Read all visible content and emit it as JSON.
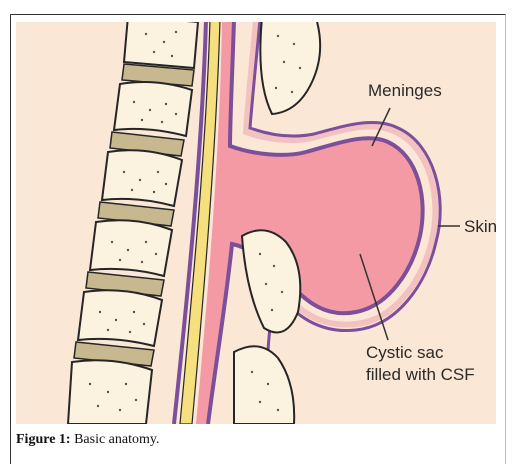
{
  "figure": {
    "labels": {
      "meninges": "Meninges",
      "skin": "Skin",
      "cystic_sac_line1": "Cystic sac",
      "cystic_sac_line2": "filled with CSF"
    },
    "caption": {
      "label": "Figure 1:",
      "text": "Basic anatomy."
    }
  },
  "colors": {
    "background": "#fbe7d6",
    "vertebra_fill": "#fbf3df",
    "vertebra_outline": "#262626",
    "disc_fill": "#c8b890",
    "spinal_cord": "#f6df7e",
    "csf_sac": "#f49aa5",
    "meninges": "#7b4f9a",
    "skin": "#f3c2c0"
  }
}
